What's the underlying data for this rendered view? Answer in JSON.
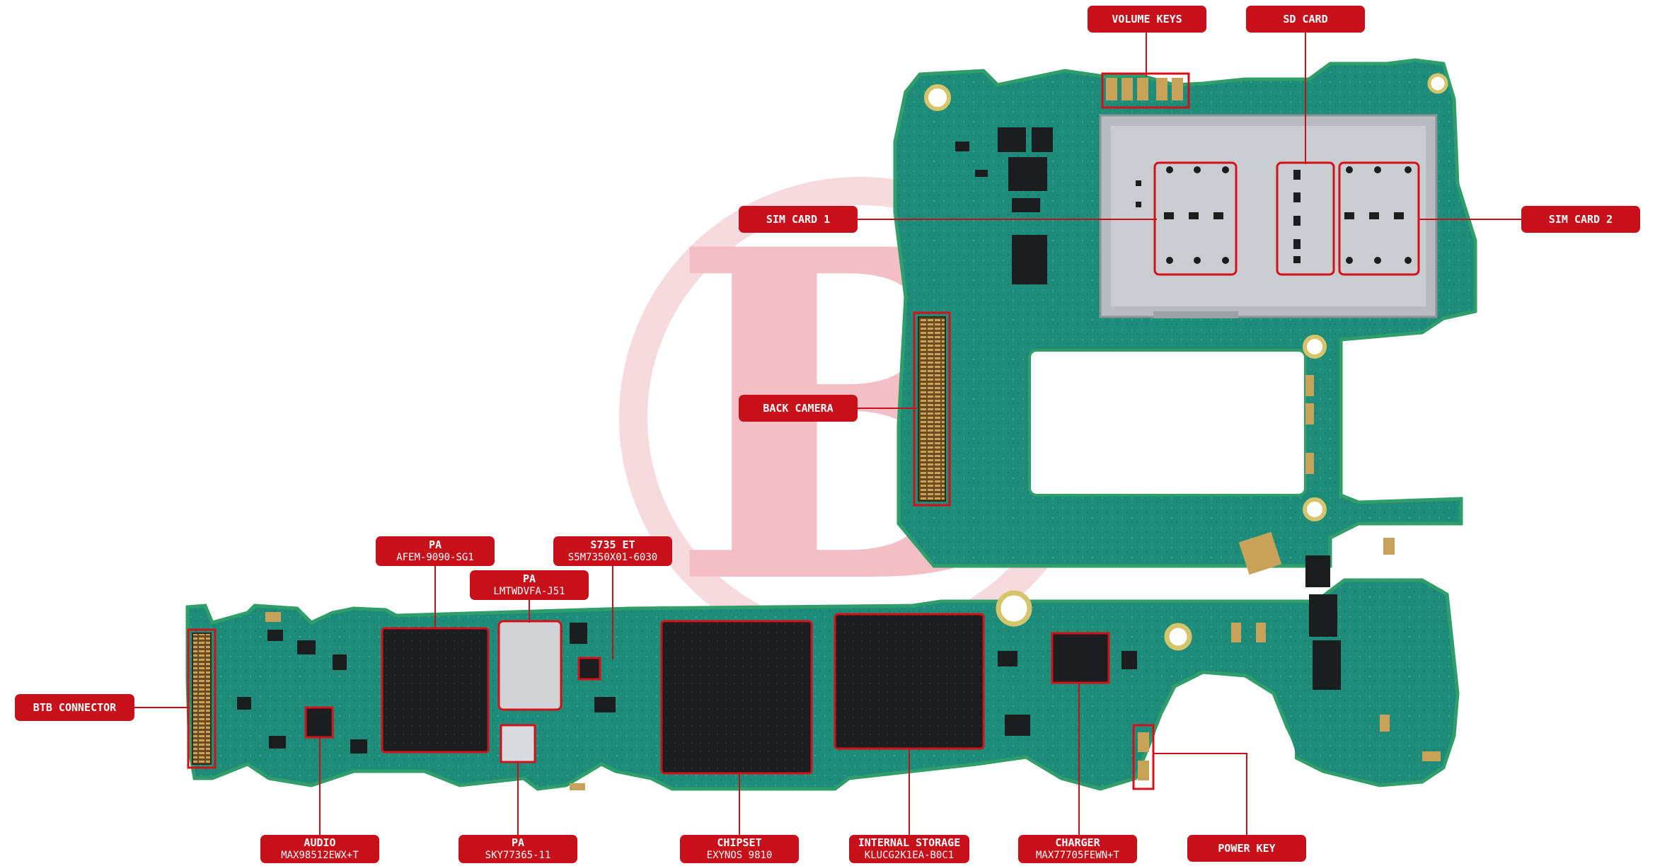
{
  "diagram": {
    "labels": {
      "volume_keys": {
        "title": "VOLUME KEYS"
      },
      "sd_card": {
        "title": "SD CARD"
      },
      "sim_card_1": {
        "title": "SIM CARD 1"
      },
      "sim_card_2": {
        "title": "SIM CARD 2"
      },
      "back_camera": {
        "title": "BACK CAMERA"
      },
      "pa_1": {
        "title": "PA",
        "part": "AFEM-9090-SG1"
      },
      "pa_2": {
        "title": "PA",
        "part": "LMTWDVFA-J51"
      },
      "s735_et": {
        "title": "S735 ET",
        "part": "S5M7350X01-6030"
      },
      "btb_connector": {
        "title": "BTB CONNECTOR"
      },
      "audio": {
        "title": "AUDIO",
        "part": "MAX98512EWX+T"
      },
      "pa_3": {
        "title": "PA",
        "part": "SKY77365-11"
      },
      "chipset": {
        "title": "CHIPSET",
        "part": "EXYNOS 9810"
      },
      "internal_storage": {
        "title": "INTERNAL STORAGE",
        "part": "KLUCG2K1EA-B0C1"
      },
      "charger": {
        "title": "CHARGER",
        "part": "MAX77705FEWN+T"
      },
      "power_key": {
        "title": "POWER KEY"
      }
    },
    "colors": {
      "label_red": "#c8101a",
      "pcb_green": "#1f8c7a",
      "pcb_edge": "#2f9e6a",
      "watermark": "#f2b8bf",
      "chip_black": "#1b1d1f"
    },
    "watermark_letter": "B"
  }
}
